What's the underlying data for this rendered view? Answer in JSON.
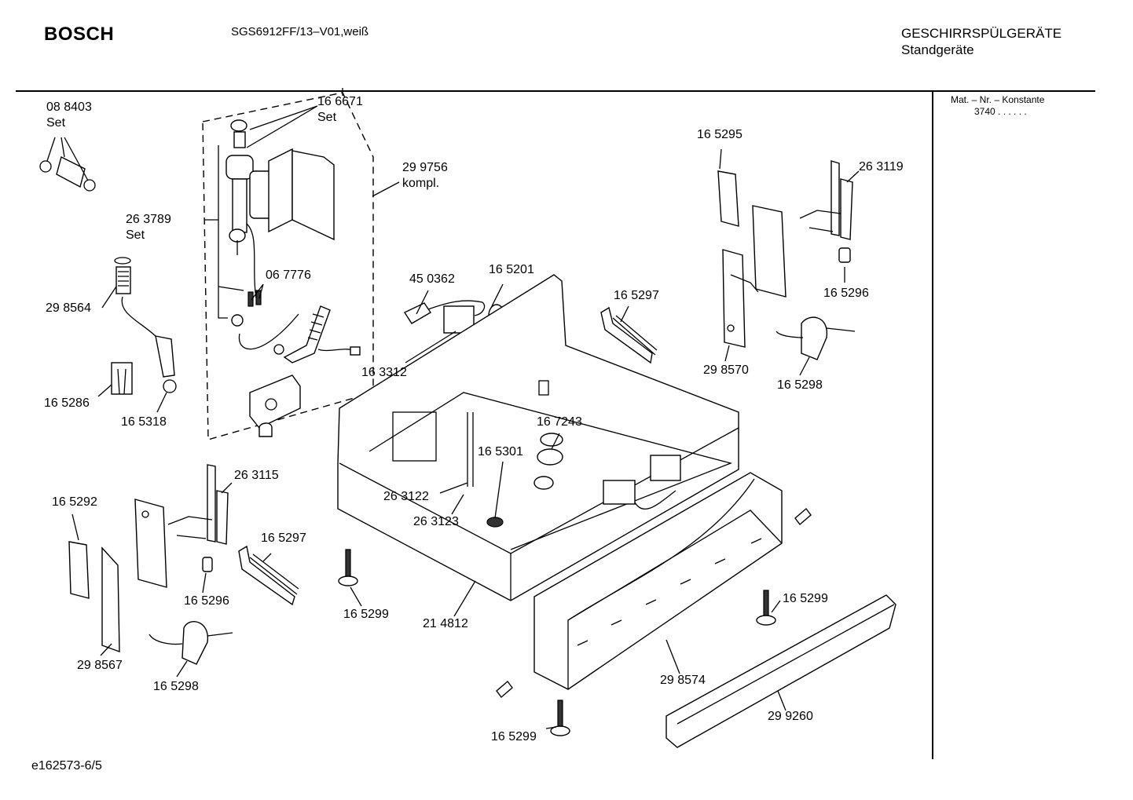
{
  "header": {
    "brand": "BOSCH",
    "model": "SGS6912FF/13–V01,weiß",
    "category_line1": "GESCHIRRSPÜLGERÄTE",
    "category_line2": "Standgeräte"
  },
  "side_panel": {
    "title": "Mat. – Nr. – Konstante",
    "value": "3740 . . . . . ."
  },
  "footer": {
    "code": "e162573-6/5"
  },
  "labels": {
    "p088403": "08 8403",
    "set1": "Set",
    "p166671": "16 6671",
    "set2": "Set",
    "p299756": "29 9756",
    "kompl": "kompl.",
    "p263789": "26 3789",
    "set3": "Set",
    "p298564": "29 8564",
    "p067776": "06 7776",
    "p165286": "16 5286",
    "p165318": "16 5318",
    "p450362": "45 0362",
    "p165201": "16 5201",
    "p163312": "16 3312",
    "p165297a": "16 5297",
    "p165295": "16 5295",
    "p263119": "26 3119",
    "p165296a": "16 5296",
    "p298570": "29 8570",
    "p165298a": "16 5298",
    "p167243": "16 7243",
    "p165301": "16 5301",
    "p263122": "26 3122",
    "p263123": "26 3123",
    "p263115": "26 3115",
    "p165292": "16 5292",
    "p165297b": "16 5297",
    "p165296b": "16 5296",
    "p298567": "29 8567",
    "p165298b": "16 5298",
    "p165299a": "16 5299",
    "p214812": "21 4812",
    "p165299b": "16 5299",
    "p298574": "29 8574",
    "p299260": "29 9260",
    "p165299c": "16 5299"
  }
}
